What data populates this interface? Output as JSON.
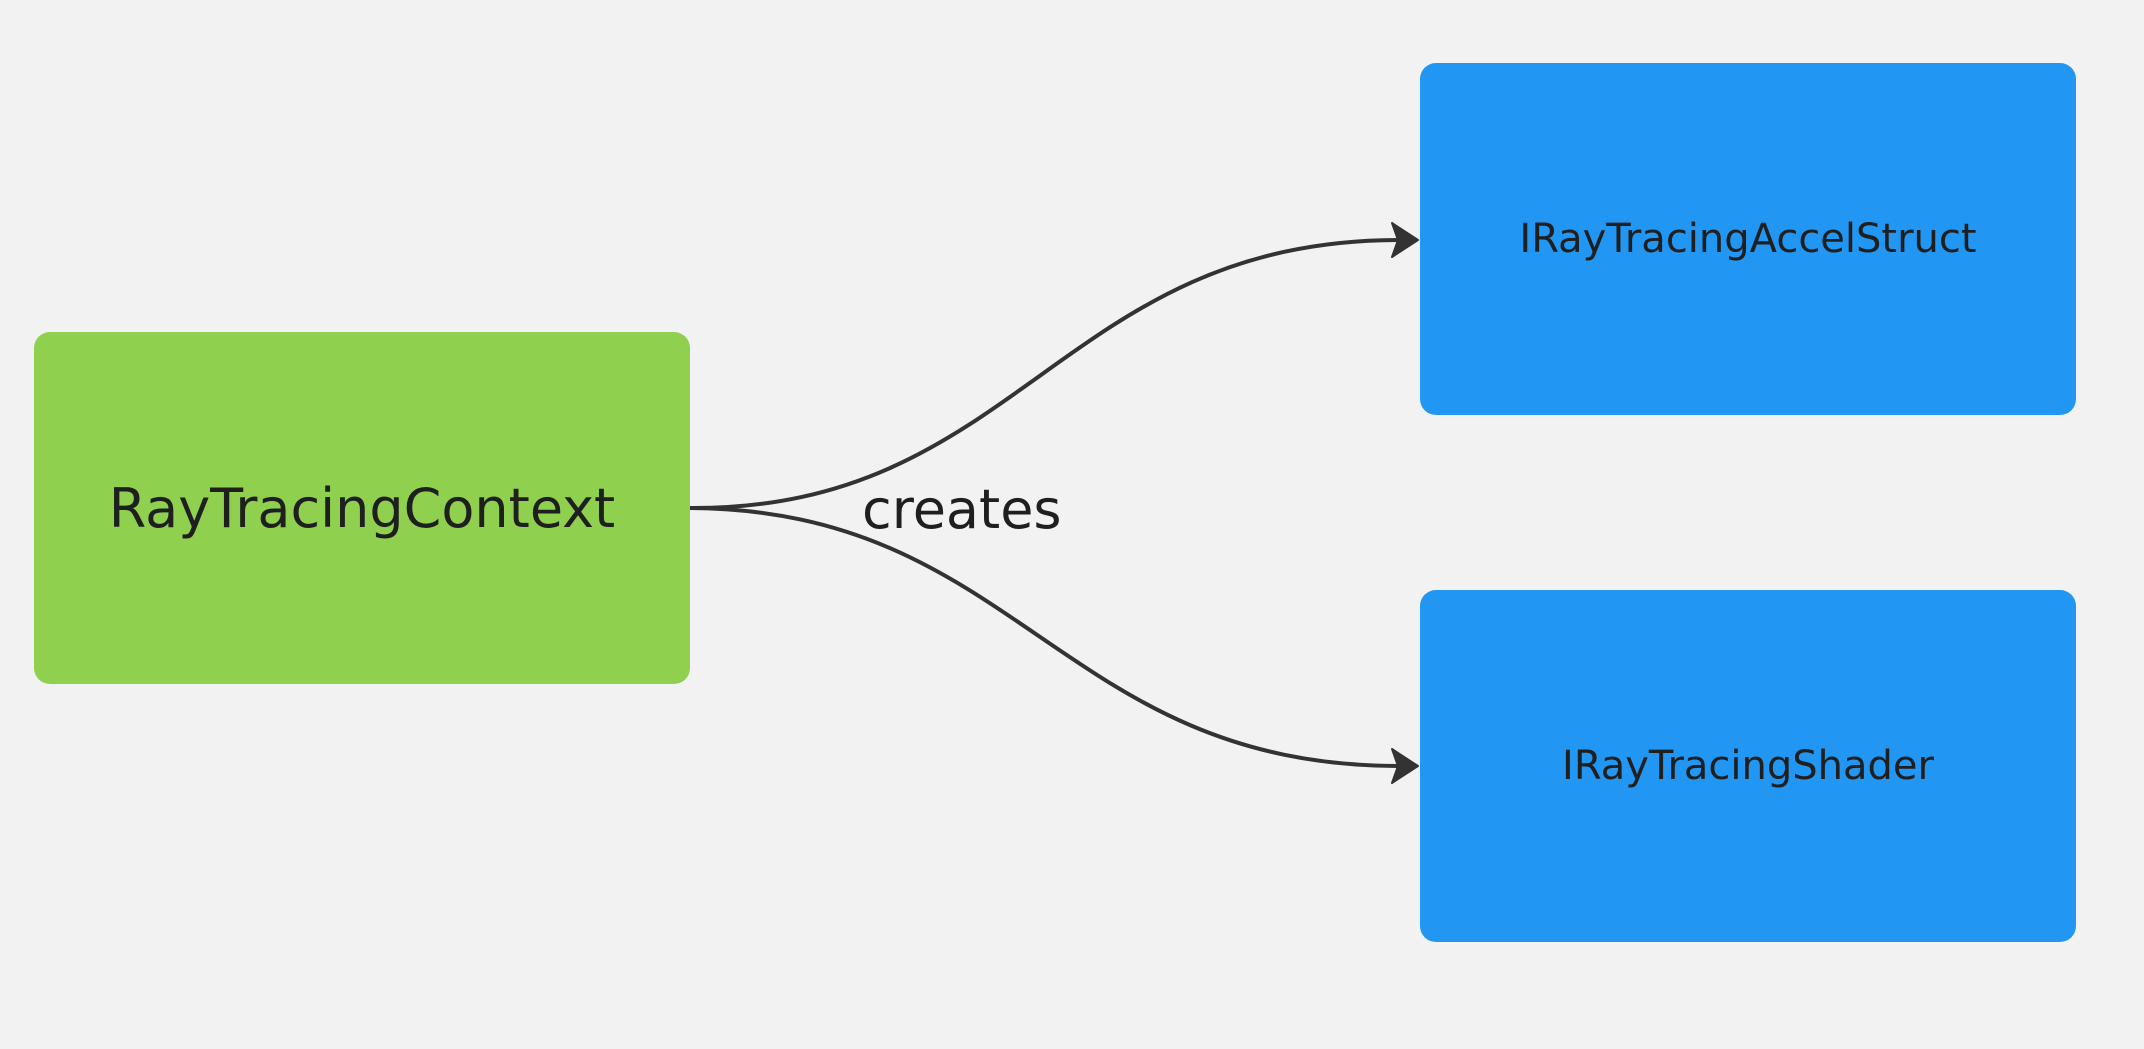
{
  "diagram": {
    "nodes": {
      "source": {
        "label": "RayTracingContext",
        "color": "#8fd14f"
      },
      "top": {
        "label": "IRayTracingAccelStruct",
        "color": "#2196f3"
      },
      "bottom": {
        "label": "IRayTracingShader",
        "color": "#2196f3"
      }
    },
    "edges": [
      {
        "from": "RayTracingContext",
        "to": "IRayTracingAccelStruct"
      },
      {
        "from": "RayTracingContext",
        "to": "IRayTracingShader"
      }
    ],
    "edge_label": "creates",
    "colors": {
      "background": "#f2f2f2",
      "connector": "#333333"
    }
  }
}
